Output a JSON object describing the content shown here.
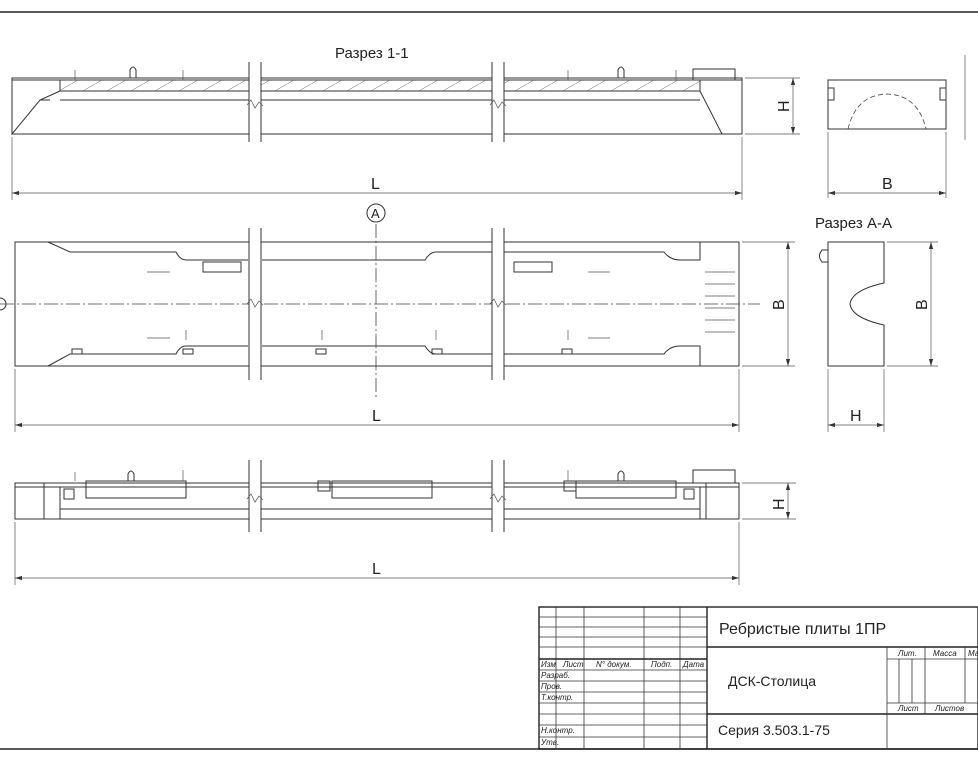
{
  "views": {
    "section_1_1": {
      "title": "Разрез 1-1",
      "height_label": "H",
      "length_label": "L"
    },
    "end_view": {
      "width_label": "B"
    },
    "plan": {
      "axis_marker": "A",
      "width_label": "B",
      "length_label": "L"
    },
    "section_a_a": {
      "title": "Разрез А-А",
      "width_label": "B",
      "height_label": "H"
    },
    "side_view": {
      "height_label": "H",
      "length_label": "L"
    }
  },
  "title_block": {
    "product_name": "Ребристые плиты 1ПР",
    "organization": "ДСК-Столица",
    "series": "Серия 3.503.1-75",
    "columns": {
      "izm": "Изм",
      "list": "Лист",
      "doc_no": "N° докум.",
      "signature": "Подп.",
      "date": "Дата"
    },
    "rows": {
      "developed": "Разраб.",
      "checked": "Пров.",
      "tech_control": "Т.контр.",
      "norm_control": "Н.контр.",
      "approved": "Утв."
    },
    "lit_label": "Лит.",
    "mass_label": "Масса",
    "scale_label": "Ма",
    "sheet_label": "Лист",
    "sheets_label": "Листов"
  }
}
